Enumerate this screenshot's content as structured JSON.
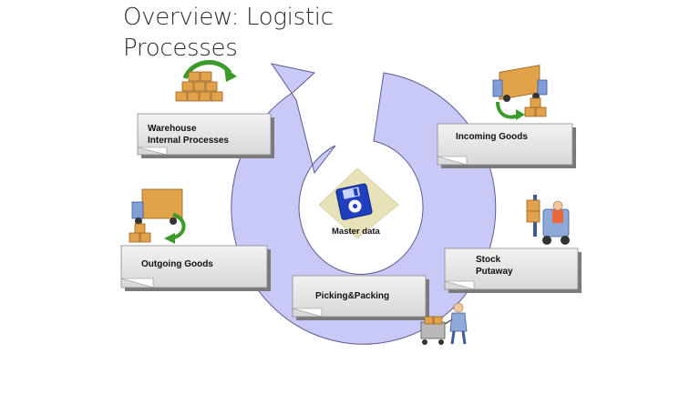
{
  "title": {
    "line1": "Overview: Logistic",
    "line2": "Processes"
  },
  "nodes": {
    "warehouse": {
      "line1": "Warehouse",
      "line2": "Internal Processes"
    },
    "incoming": {
      "label": "Incoming Goods"
    },
    "outgoing": {
      "label": "Outgoing Goods"
    },
    "stock": {
      "line1": "Stock",
      "line2": "Putaway"
    },
    "picking": {
      "label": "Picking&Packing"
    },
    "center": {
      "label": "Master data"
    }
  },
  "colors": {
    "cycle_fill": "#c9c9f7",
    "cycle_stroke": "#5b5b8f",
    "box_fill": "#e4e4e4",
    "box_shadow": "#7a7a7a",
    "floppy": "#1f3fbf",
    "floppy_bg": "#e8e2b8",
    "box_brown": "#e2a24a",
    "arrow_green": "#3a9a2a"
  },
  "icons": [
    "boxes-rotate-icon",
    "truck-unload-icon",
    "truck-load-icon",
    "forklift-icon",
    "cart-worker-icon",
    "floppy-disk-icon"
  ]
}
